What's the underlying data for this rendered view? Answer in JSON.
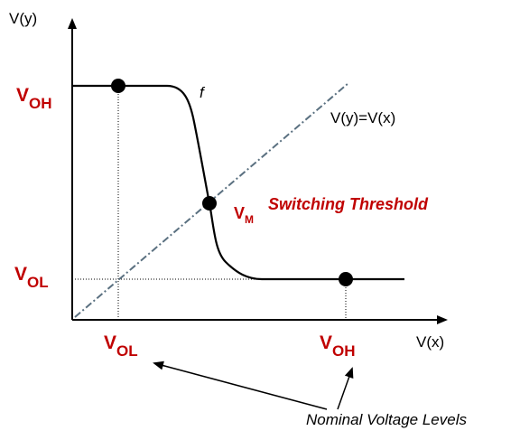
{
  "axes": {
    "y_label": "V(y)",
    "x_label": "V(x)"
  },
  "curve": {
    "label": "f"
  },
  "diagonal": {
    "label": "V(y)=V(x)"
  },
  "levels": {
    "voh_y": {
      "main": "V",
      "sub": "OH"
    },
    "vol_y": {
      "main": "V",
      "sub": "OL"
    },
    "vol_x": {
      "main": "V",
      "sub": "OL"
    },
    "voh_x": {
      "main": "V",
      "sub": "OH"
    }
  },
  "threshold": {
    "main": "V",
    "sub": "M",
    "label": "Switching Threshold"
  },
  "annotation": {
    "label": "Nominal Voltage Levels"
  },
  "colors": {
    "level_text": "#c00000",
    "diagonal": "#5a7080",
    "ink": "#000000"
  }
}
